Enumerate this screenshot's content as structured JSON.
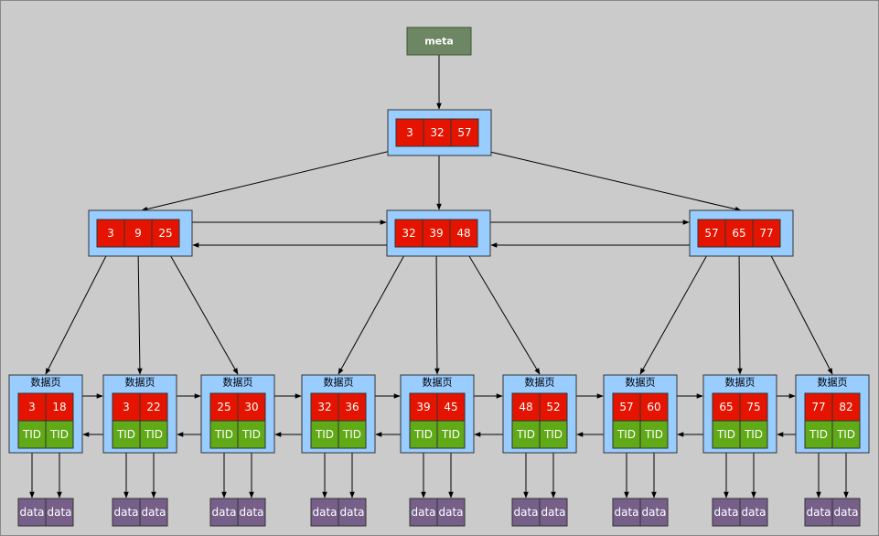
{
  "colors": {
    "background": "#cbcbcb",
    "meta_fill": "#6d8764",
    "node_fill": "#99ccff",
    "key_fill": "#e51400",
    "tid_fill": "#60a917",
    "data_fill": "#76608a",
    "edge": "#000000"
  },
  "meta": {
    "label": "meta"
  },
  "root": {
    "keys": [
      "3",
      "32",
      "57"
    ]
  },
  "branches": [
    {
      "keys": [
        "3",
        "9",
        "25"
      ]
    },
    {
      "keys": [
        "32",
        "39",
        "48"
      ]
    },
    {
      "keys": [
        "57",
        "65",
        "77"
      ]
    }
  ],
  "leaf_title": "数据页",
  "leaves": [
    {
      "keys": [
        "3",
        "18"
      ],
      "tids": [
        "TID",
        "TID"
      ],
      "data": [
        "data",
        "data"
      ]
    },
    {
      "keys": [
        "3",
        "22"
      ],
      "tids": [
        "TID",
        "TID"
      ],
      "data": [
        "data",
        "data"
      ]
    },
    {
      "keys": [
        "25",
        "30"
      ],
      "tids": [
        "TID",
        "TID"
      ],
      "data": [
        "data",
        "data"
      ]
    },
    {
      "keys": [
        "32",
        "36"
      ],
      "tids": [
        "TID",
        "TID"
      ],
      "data": [
        "data",
        "data"
      ]
    },
    {
      "keys": [
        "39",
        "45"
      ],
      "tids": [
        "TID",
        "TID"
      ],
      "data": [
        "data",
        "data"
      ]
    },
    {
      "keys": [
        "48",
        "52"
      ],
      "tids": [
        "TID",
        "TID"
      ],
      "data": [
        "data",
        "data"
      ]
    },
    {
      "keys": [
        "57",
        "60"
      ],
      "tids": [
        "TID",
        "TID"
      ],
      "data": [
        "data",
        "data"
      ]
    },
    {
      "keys": [
        "65",
        "75"
      ],
      "tids": [
        "TID",
        "TID"
      ],
      "data": [
        "data",
        "data"
      ]
    },
    {
      "keys": [
        "77",
        "82"
      ],
      "tids": [
        "TID",
        "TID"
      ],
      "data": [
        "data",
        "data"
      ]
    }
  ]
}
